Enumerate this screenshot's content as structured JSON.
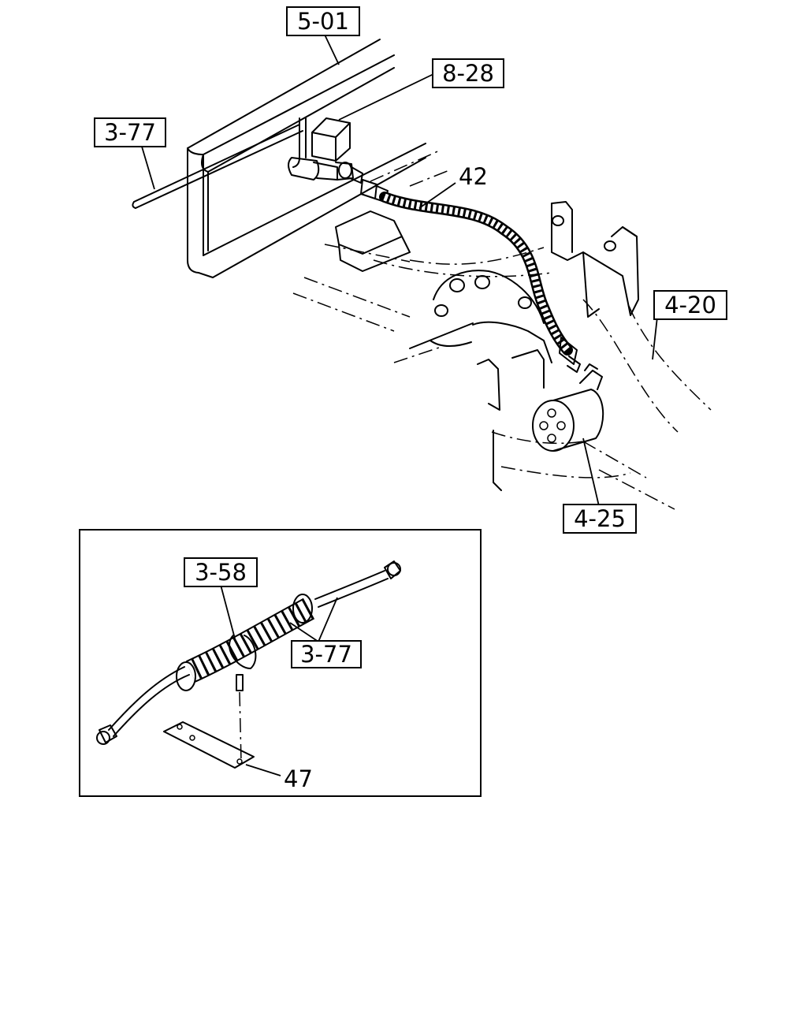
{
  "refs": {
    "r501": "5-01",
    "r828": "8-28",
    "r377_top": "3-77",
    "r420": "4-20",
    "r425": "4-25",
    "r358": "3-58",
    "r377_inset": "3-77"
  },
  "parts": {
    "p42": "42",
    "p47": "47"
  }
}
